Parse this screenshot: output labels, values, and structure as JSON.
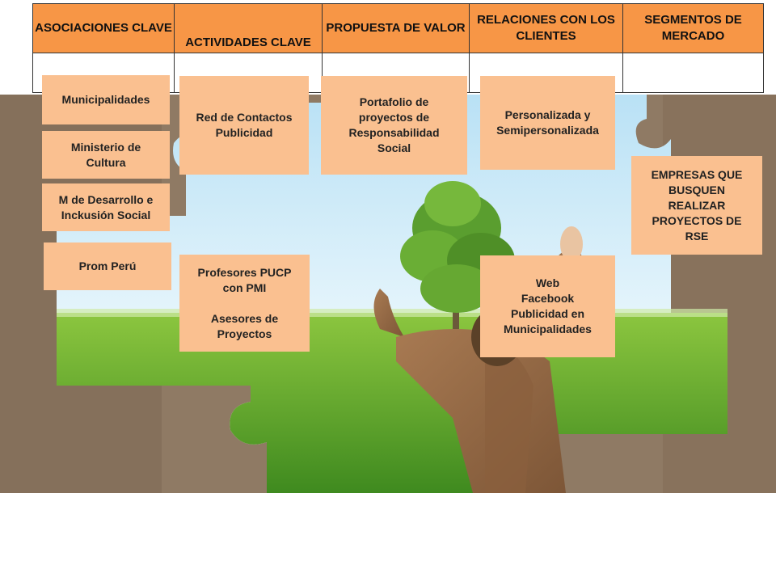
{
  "table": {
    "headers": [
      "ASOCIACIONES CLAVE",
      "ACTIVIDADES CLAVE",
      "PROPUESTA DE VALOR",
      "RELACIONES CON LOS CLIENTES",
      "SEGMENTOS DE MERCADO"
    ]
  },
  "boxes": {
    "asociaciones": [
      "Municipalidades",
      "Ministerio de\nCultura",
      "M de Desarrollo e\nInckusión Social",
      "Prom Perú"
    ],
    "actividades": [
      "Red de Contactos\nPublicidad",
      "Profesores PUCP\ncon PMI\n\nAsesores de\nProyectos"
    ],
    "propuesta": [
      "Portafolio de\nproyectos de\nResponsabilidad\nSocial"
    ],
    "relaciones": [
      "Personalizada y\nSemipersonalizada",
      "Web\nFacebook\nPublicidad en\nMunicipalidades"
    ],
    "segmentos": [
      "EMPRESAS QUE\nBUSQUEN\nREALIZAR\nPROYECTOS DE\nRSE"
    ]
  },
  "colors": {
    "header_fill": "#f79646",
    "box_fill": "#fac090",
    "wall": "#8c7762",
    "sky": "#9fd3ef",
    "grass": "#5aa02c"
  }
}
